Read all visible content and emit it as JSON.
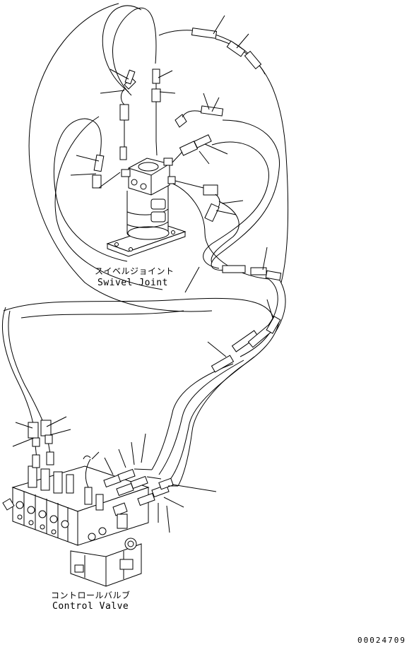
{
  "labels": {
    "swivel_joint_ja": "スイベルジョイント",
    "swivel_joint_en": "Swivel Joint",
    "control_valve_ja": "コントロールバルブ",
    "control_valve_en": "Control Valve",
    "figure_number": "00024709"
  },
  "colors": {
    "line": "#000000",
    "background": "#ffffff"
  }
}
